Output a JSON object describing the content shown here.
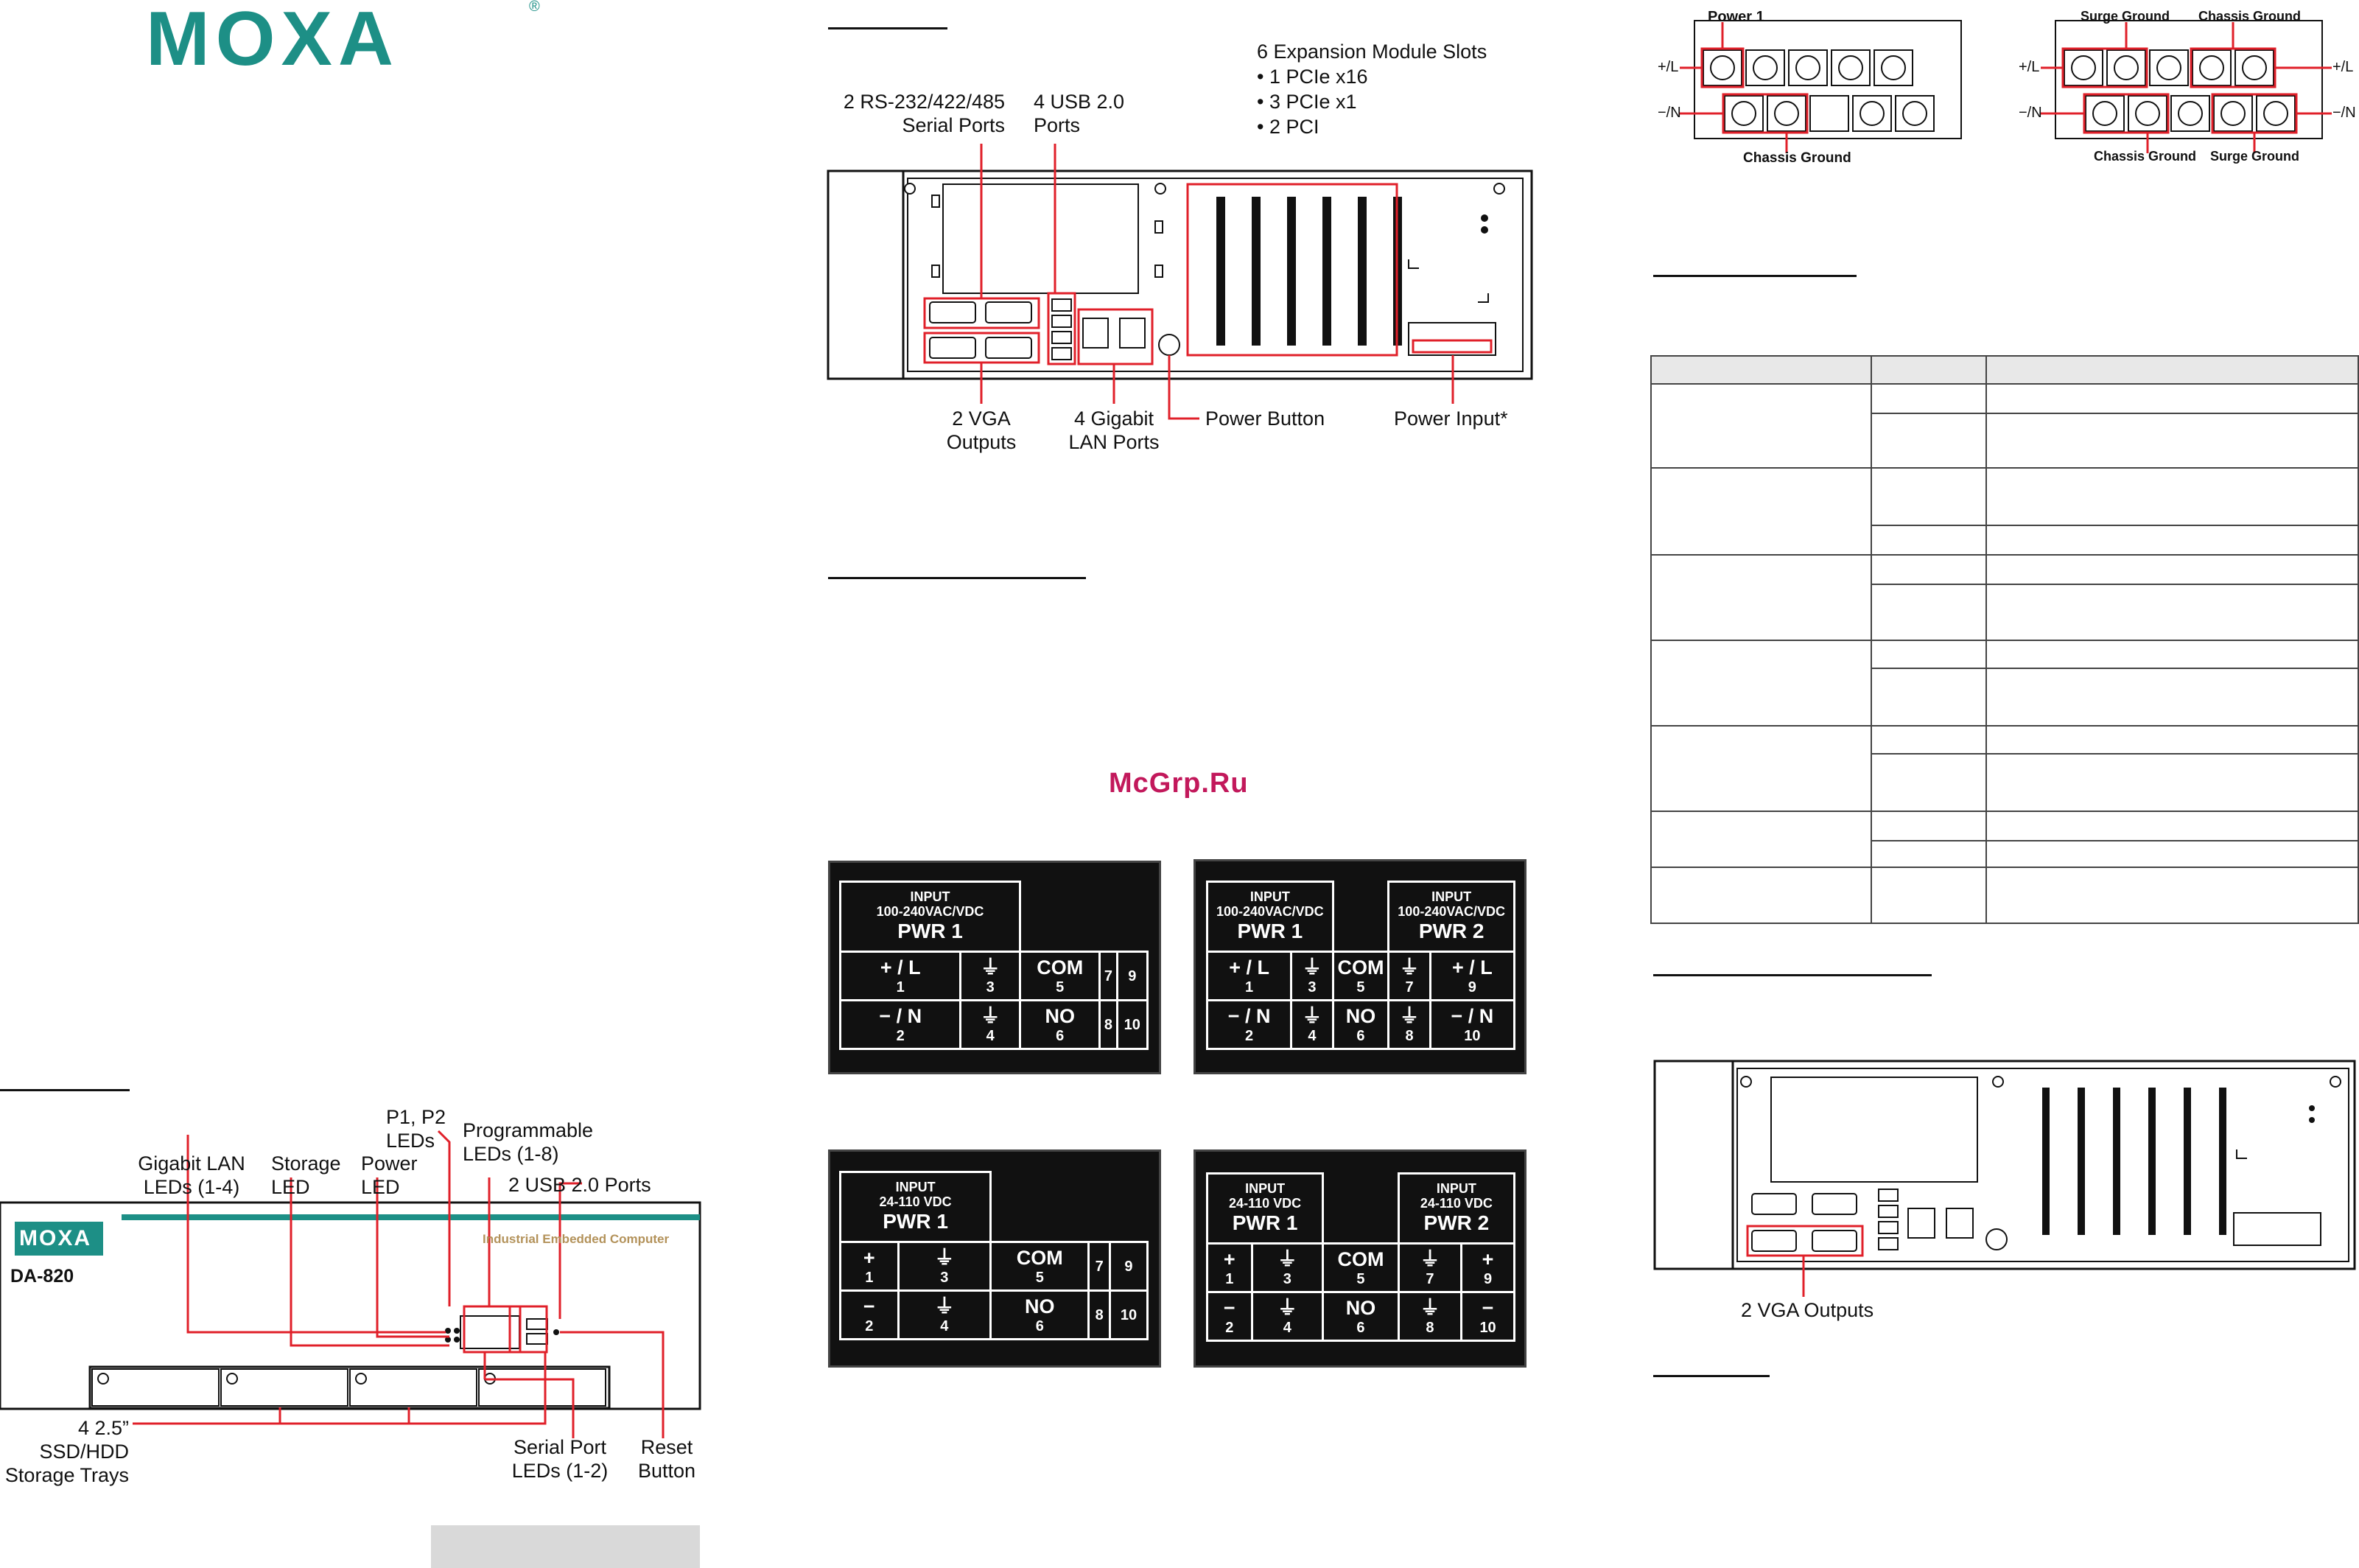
{
  "brand": {
    "logo": "MOXA",
    "reg": "®",
    "color": "#1d8f86"
  },
  "rear": {
    "serial": "2 RS-232/422/485\nSerial Ports",
    "usb": "4 USB 2.0\nPorts",
    "slots_title": "6 Expansion Module Slots",
    "slots_items": [
      "• 1 PCIe x16",
      "• 3 PCIe x1",
      "• 2 PCI"
    ],
    "vga": "2 VGA\nOutputs",
    "lan": "4 Gigabit\nLAN Ports",
    "power_button": "Power Button",
    "power_input": "Power Input*"
  },
  "front": {
    "logo": "MOXA",
    "model": "DA-820",
    "subtitle": "Industrial Embedded Computer",
    "lan_leds": "Gigabit LAN\nLEDs (1-4)",
    "storage_led": "Storage\nLED",
    "power_led": "Power\nLED",
    "p_leds": "P1, P2\nLEDs",
    "prog_leds": "Programmable\nLEDs (1-8)",
    "usb": "2 USB 2.0 Ports",
    "trays": "4 2.5”\nSSD/HDD\nStorage Trays",
    "serial_leds": "Serial Port\nLEDs (1-2)",
    "reset": "Reset\nButton"
  },
  "watermark": "McGrp.Ru",
  "terminals": {
    "power1": "Power 1",
    "chassis_ground": "Chassis Ground",
    "surge_ground": "Surge Ground",
    "plus": "+/L",
    "minus": "−/N"
  },
  "vga_label": "2 VGA Outputs",
  "panels": {
    "hv1": {
      "hdr": [
        "INPUT",
        "100-240VAC/VDC"
      ],
      "pwr": "PWR 1",
      "t": [
        [
          "+ / L",
          "1"
        ],
        [
          "⏚",
          "3"
        ],
        [
          "COM",
          "5"
        ],
        [
          "",
          "7"
        ],
        [
          "",
          "9"
        ]
      ],
      "b": [
        [
          "− / N",
          "2"
        ],
        [
          "⏚",
          "4"
        ],
        [
          "NO",
          "6"
        ],
        [
          "",
          "8"
        ],
        [
          "",
          "10"
        ]
      ]
    },
    "hv2": {
      "hdr": [
        "INPUT",
        "100-240VAC/VDC"
      ],
      "pwr": "PWR 1",
      "hdr2": [
        "INPUT",
        "100-240VAC/VDC"
      ],
      "pwr2": "PWR 2",
      "t": [
        [
          "+ / L",
          "1"
        ],
        [
          "⏚",
          "3"
        ],
        [
          "COM",
          "5"
        ],
        [
          "⏚",
          "7"
        ],
        [
          "+ / L",
          "9"
        ]
      ],
      "b": [
        [
          "− / N",
          "2"
        ],
        [
          "⏚",
          "4"
        ],
        [
          "NO",
          "6"
        ],
        [
          "⏚",
          "8"
        ],
        [
          "− / N",
          "10"
        ]
      ]
    },
    "lv1": {
      "hdr": [
        "INPUT",
        "24-110 VDC"
      ],
      "pwr": "PWR 1",
      "t": [
        [
          "+",
          "1"
        ],
        [
          "⏚",
          "3"
        ],
        [
          "COM",
          "5"
        ],
        [
          "",
          "7"
        ],
        [
          "",
          "9"
        ]
      ],
      "b": [
        [
          "−",
          "2"
        ],
        [
          "⏚",
          "4"
        ],
        [
          "NO",
          "6"
        ],
        [
          "",
          "8"
        ],
        [
          "",
          "10"
        ]
      ]
    },
    "lv2": {
      "hdr": [
        "INPUT",
        "24-110 VDC"
      ],
      "pwr": "PWR 1",
      "hdr2": [
        "INPUT",
        "24-110 VDC"
      ],
      "pwr2": "PWR 2",
      "t": [
        [
          "+",
          "1"
        ],
        [
          "⏚",
          "3"
        ],
        [
          "COM",
          "5"
        ],
        [
          "⏚",
          "7"
        ],
        [
          "+",
          "9"
        ]
      ],
      "b": [
        [
          "−",
          "2"
        ],
        [
          "⏚",
          "4"
        ],
        [
          "NO",
          "6"
        ],
        [
          "⏚",
          "8"
        ],
        [
          "−",
          "10"
        ]
      ]
    }
  }
}
